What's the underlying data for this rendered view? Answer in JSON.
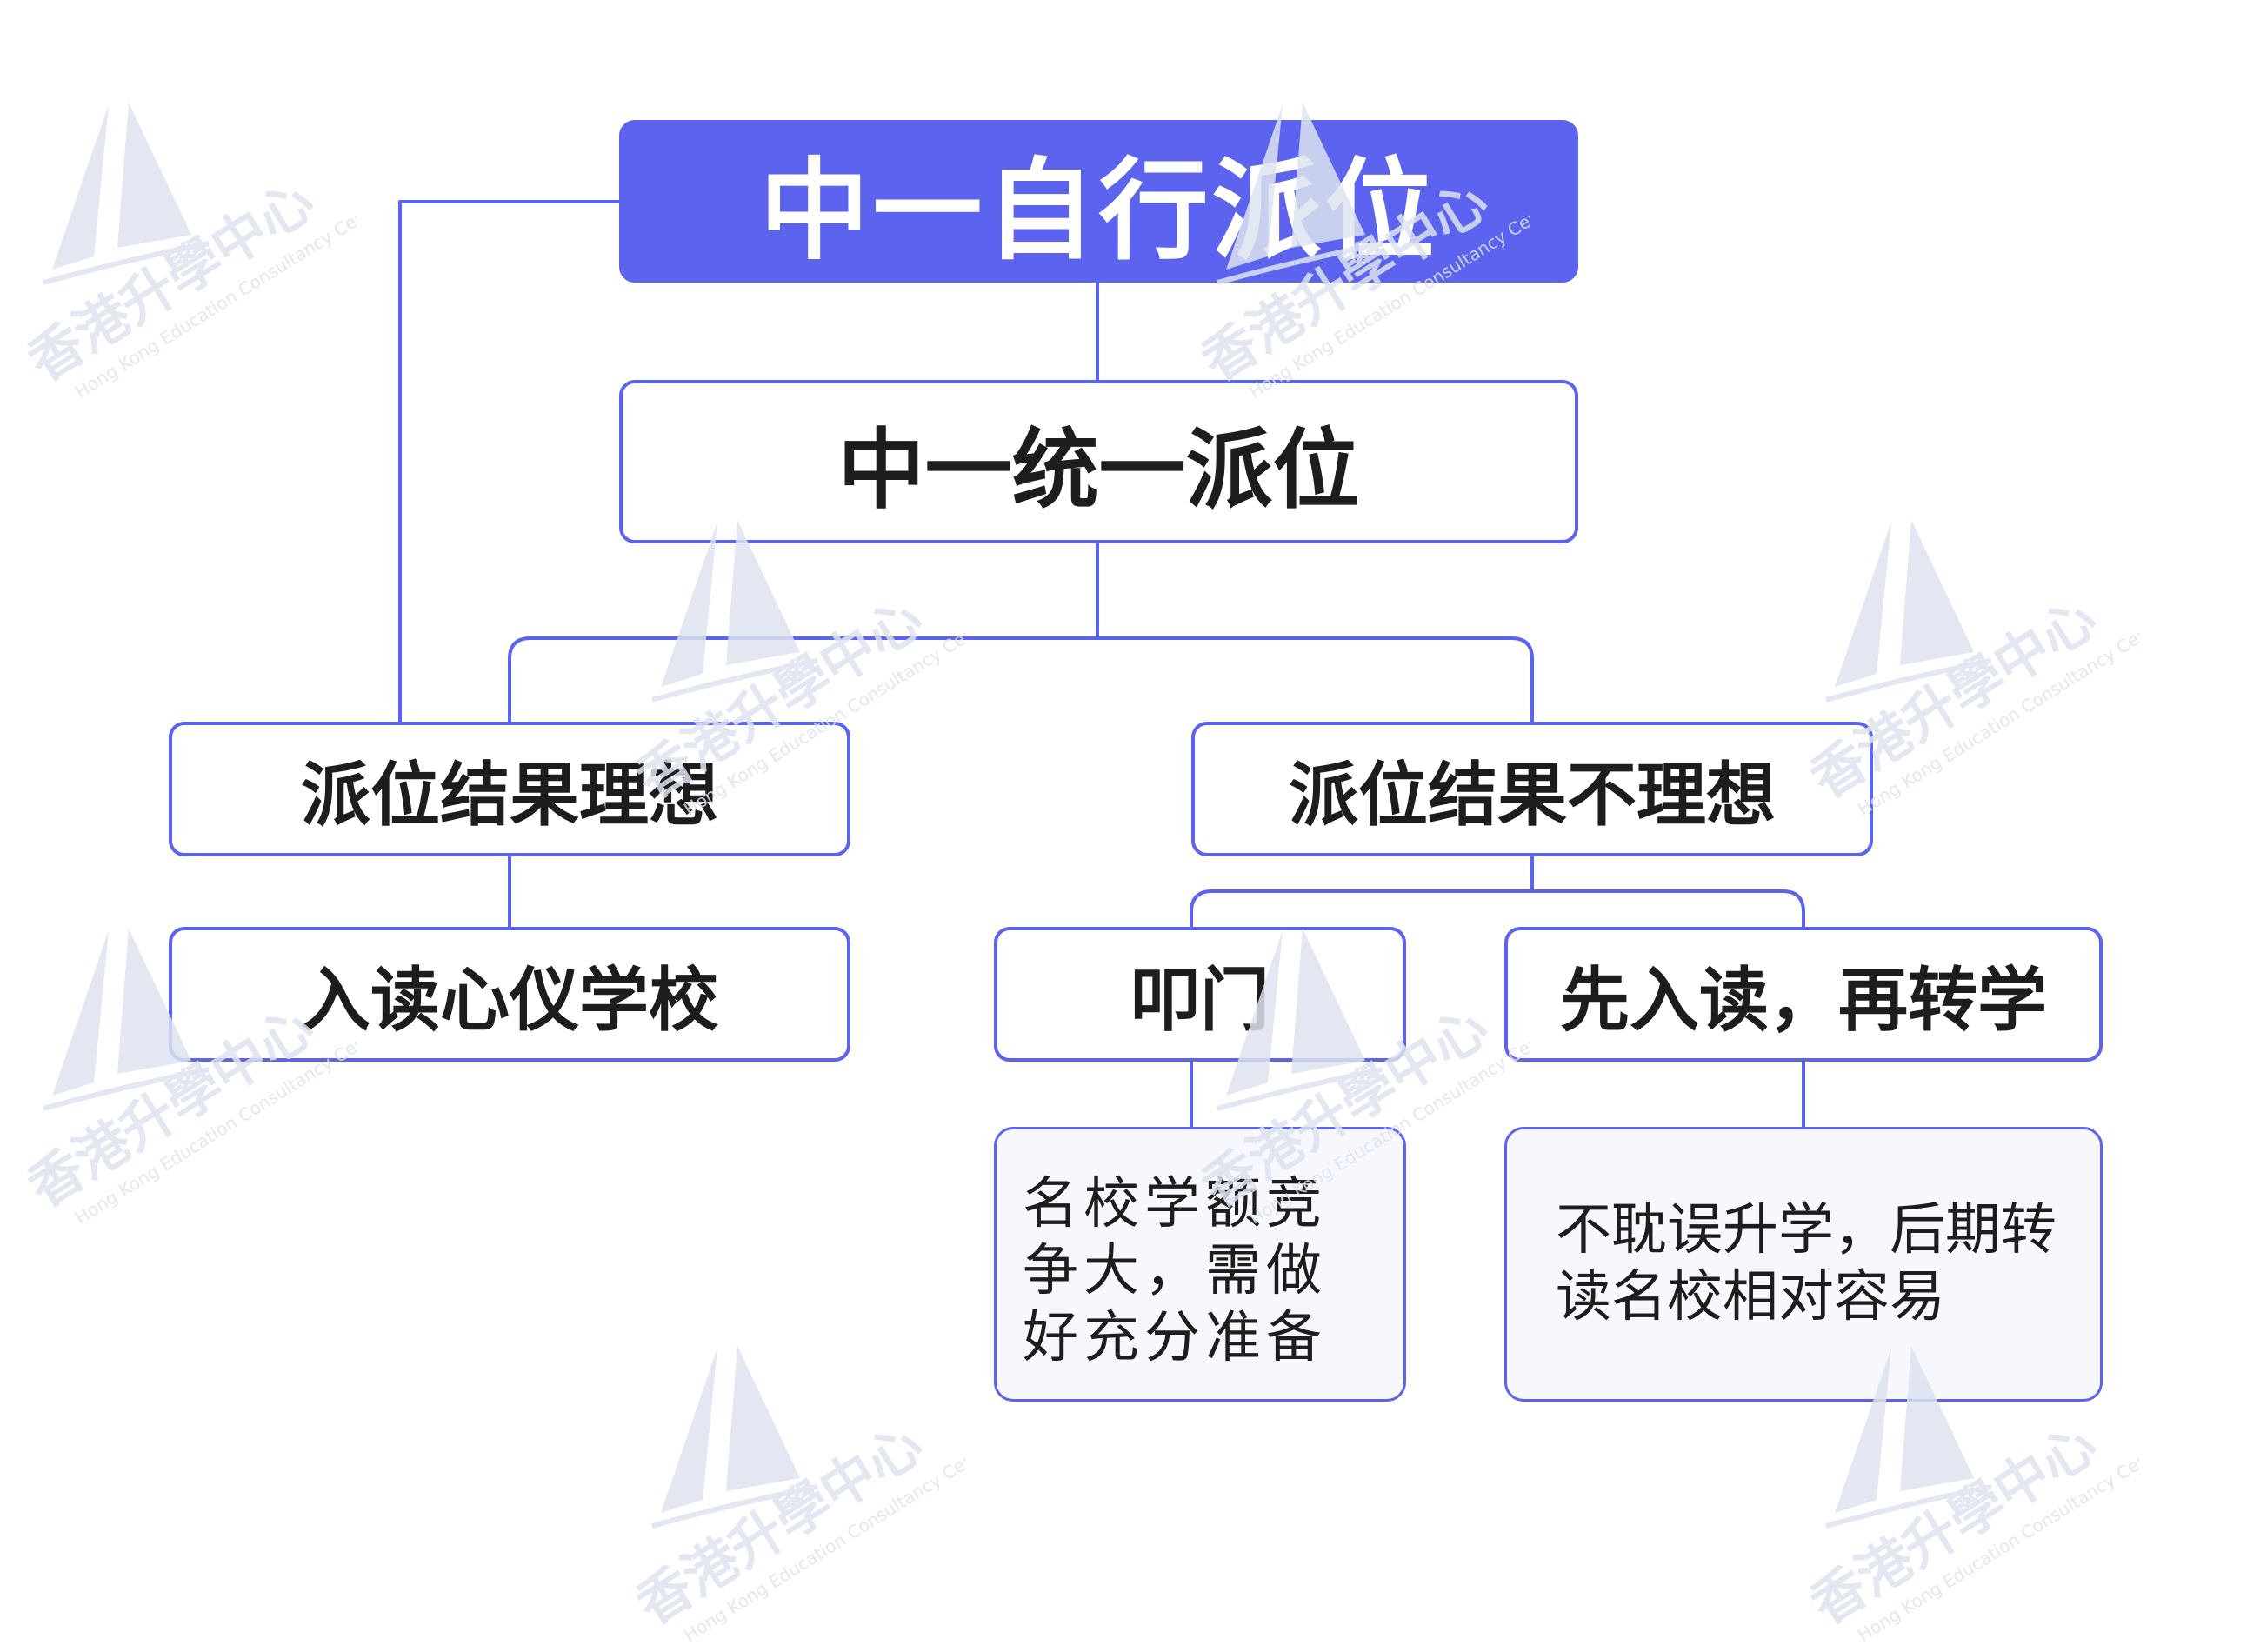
{
  "diagram": {
    "root": "中一自行派位",
    "level1": "中一统一派位",
    "outcome_good": "派位结果理想",
    "outcome_bad": "派位结果不理想",
    "good_action": "入读心仪学校",
    "option_knock": "叩门",
    "option_transfer": "先入读，再转学",
    "note_knock": "名校学额竞争大，需做好充分准备",
    "note_transfer": "不耽误升学，后期转读名校相对容易"
  },
  "watermark": {
    "name": "香港升學中心",
    "tagline": "Hong Kong Education Consultancy Center"
  },
  "colors": {
    "accent": "#5b63ef",
    "note_bg": "#f7f8fd",
    "text": "#1d1d1d",
    "watermark": "#dde3ef"
  }
}
